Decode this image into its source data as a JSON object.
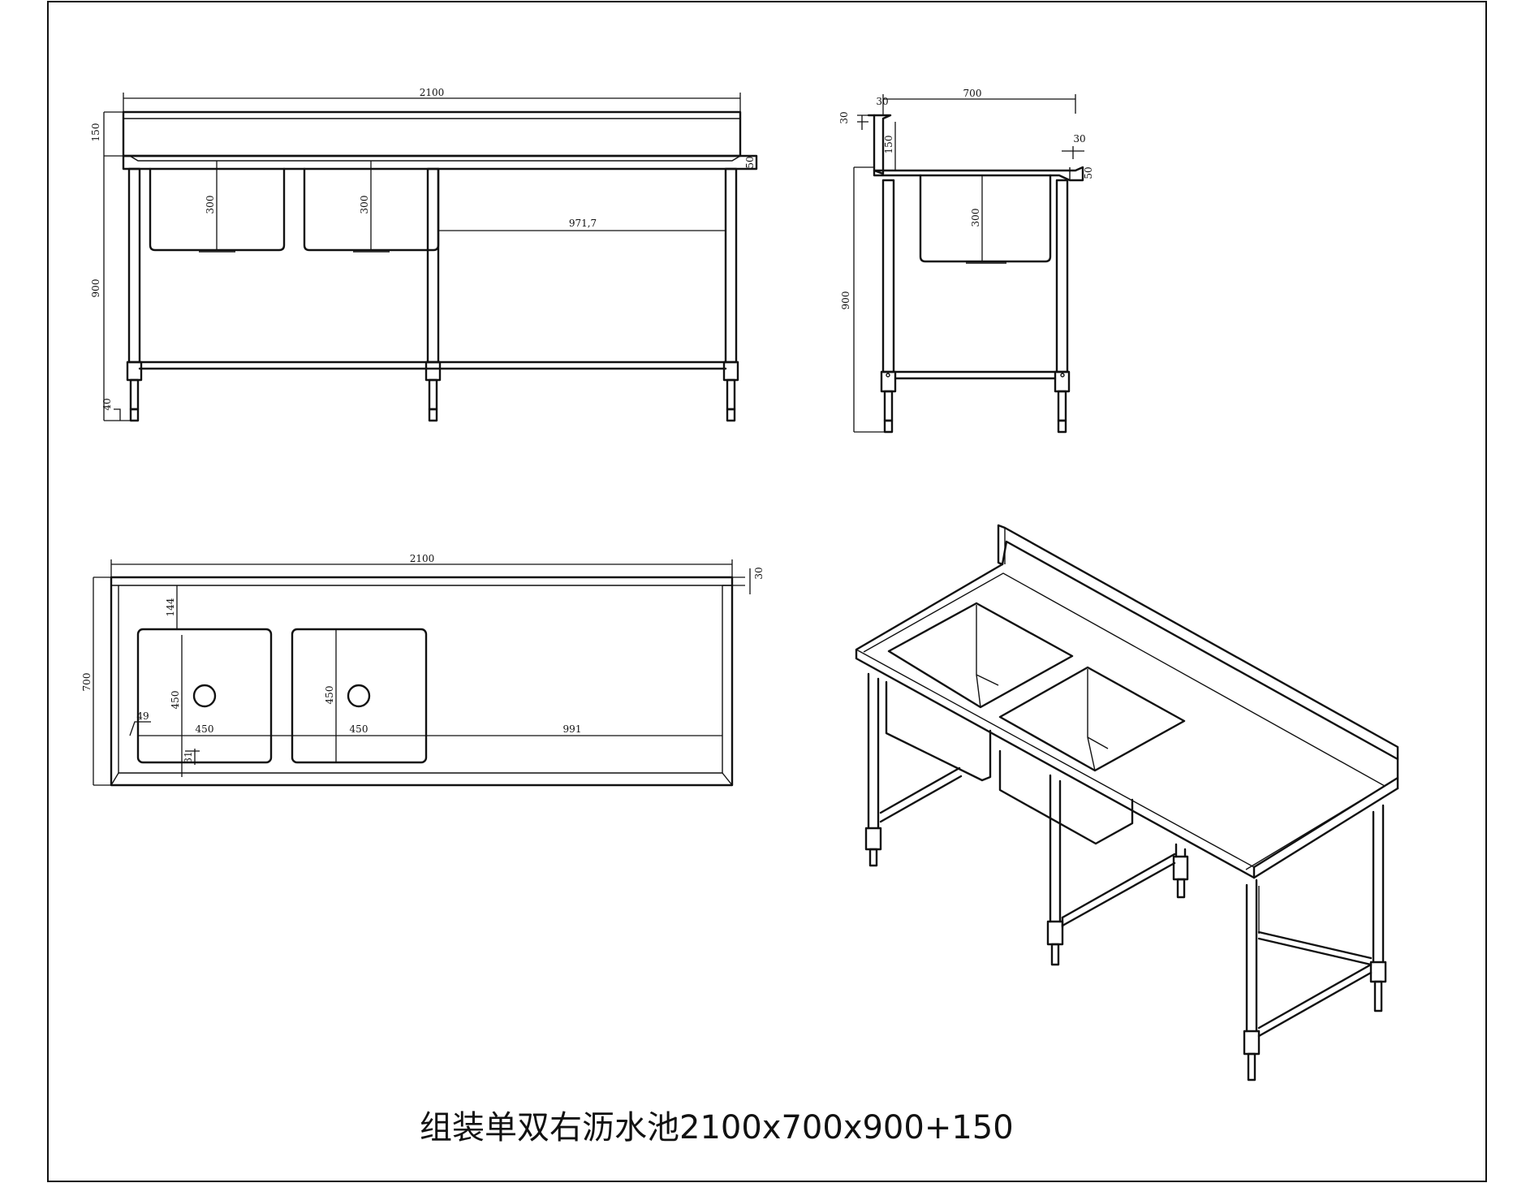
{
  "title": "组装单双右沥水池2100x700x900+150",
  "front_view": {
    "dims": {
      "length": "2100",
      "backsplash_height": "150",
      "table_height": "900",
      "foot": "40",
      "bowl_depth_left": "300",
      "bowl_depth_right": "300",
      "drainboard": "971,7",
      "edge": "50"
    }
  },
  "side_view": {
    "dims": {
      "depth": "700",
      "backsplash_thickness": "30",
      "backsplash_top": "30",
      "backsplash_height": "150",
      "front_lip": "30",
      "edge": "50",
      "bowl_depth": "300",
      "table_height": "900"
    }
  },
  "top_view": {
    "dims": {
      "length": "2100",
      "depth": "700",
      "backsplash": "30",
      "bowl_offset": "144",
      "bowl1_width": "450",
      "bowl1_length": "450",
      "bowl2_width": "450",
      "bowl2_length": "450",
      "drainboard": "991",
      "left_margin": "49",
      "front_margin": "31"
    }
  }
}
